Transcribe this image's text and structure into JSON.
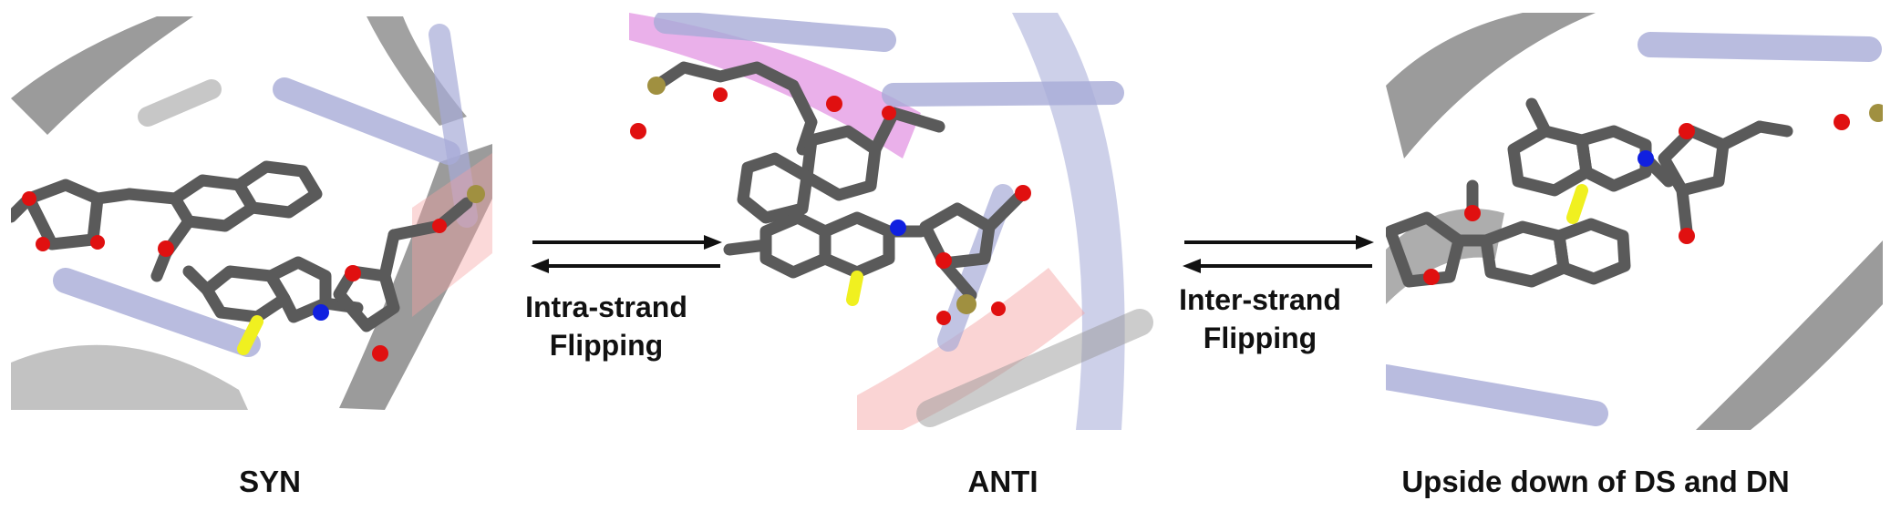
{
  "panels": [
    {
      "id": "syn",
      "caption": "SYN"
    },
    {
      "id": "anti",
      "caption": "ANTI"
    },
    {
      "id": "ud",
      "caption": "Upside down of DS and DN"
    }
  ],
  "equilibria": [
    {
      "id": "intra",
      "label_line1": "Intra-strand",
      "label_line2": "Flipping"
    },
    {
      "id": "inter",
      "label_line1": "Inter-strand",
      "label_line2": "Flipping"
    }
  ],
  "colors": {
    "carbon": "#606060",
    "oxygen": "#e01010",
    "nitrogen": "#1020e0",
    "sulfur": "#f0f020",
    "phosphorus": "#a09040",
    "backbone_ribbon": "#8a8a8a",
    "base_cylinder": "#a8acd8",
    "highlight_pink": "#f5a0a0",
    "highlight_magenta": "#d050d0",
    "arrow": "#111111"
  }
}
